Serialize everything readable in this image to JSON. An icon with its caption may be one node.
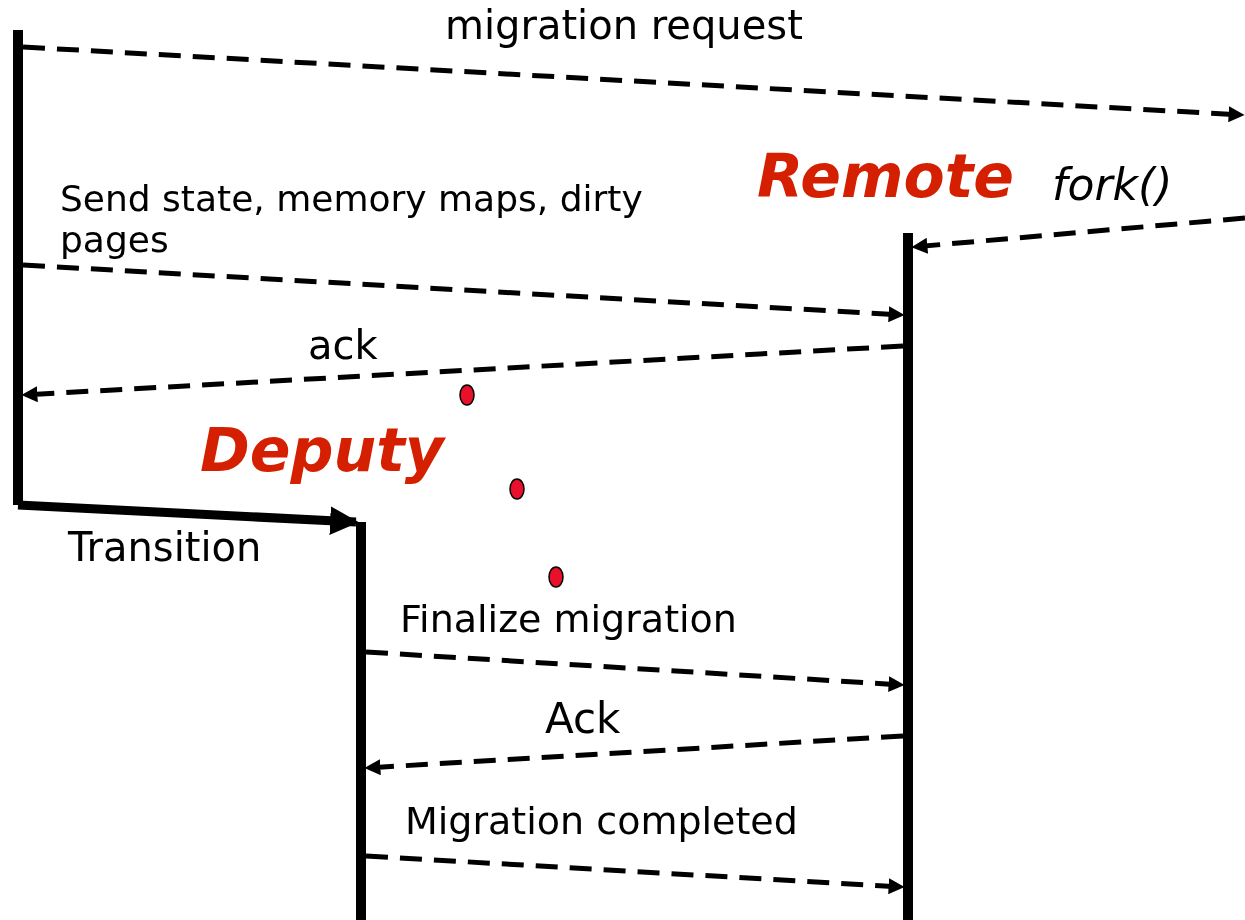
{
  "diagram": {
    "nodes": [
      {
        "text": [],
        "shape": "bar"
      },
      {
        "text": [],
        "shape": "bar"
      },
      {
        "text": [],
        "shape": "bar"
      }
    ],
    "edges": [
      {
        "from": 0,
        "to": null,
        "arrow": "to",
        "label": "migration request",
        "style": "dashed"
      },
      {
        "from": null,
        "to": 2,
        "arrow": "to",
        "label": "fork()",
        "style": "dashed"
      },
      {
        "from": 0,
        "to": 2,
        "arrow": "to",
        "label": "Send state, memory maps, dirty pages",
        "style": "dashed"
      },
      {
        "from": 2,
        "to": 0,
        "arrow": "to",
        "label": "ack",
        "style": "dashed"
      },
      {
        "from": 0,
        "to": 1,
        "arrow": "to",
        "label": "Transition",
        "style": "thick"
      },
      {
        "from": 1,
        "to": 2,
        "arrow": "to",
        "label": "Finalize migration",
        "style": "dashed"
      },
      {
        "from": 2,
        "to": 1,
        "arrow": "to",
        "label": "Ack",
        "style": "dashed"
      },
      {
        "from": 1,
        "to": 2,
        "arrow": "to",
        "label": "Migration completed",
        "style": "dashed"
      }
    ],
    "labels": [
      "Remote",
      "Deputy"
    ]
  }
}
